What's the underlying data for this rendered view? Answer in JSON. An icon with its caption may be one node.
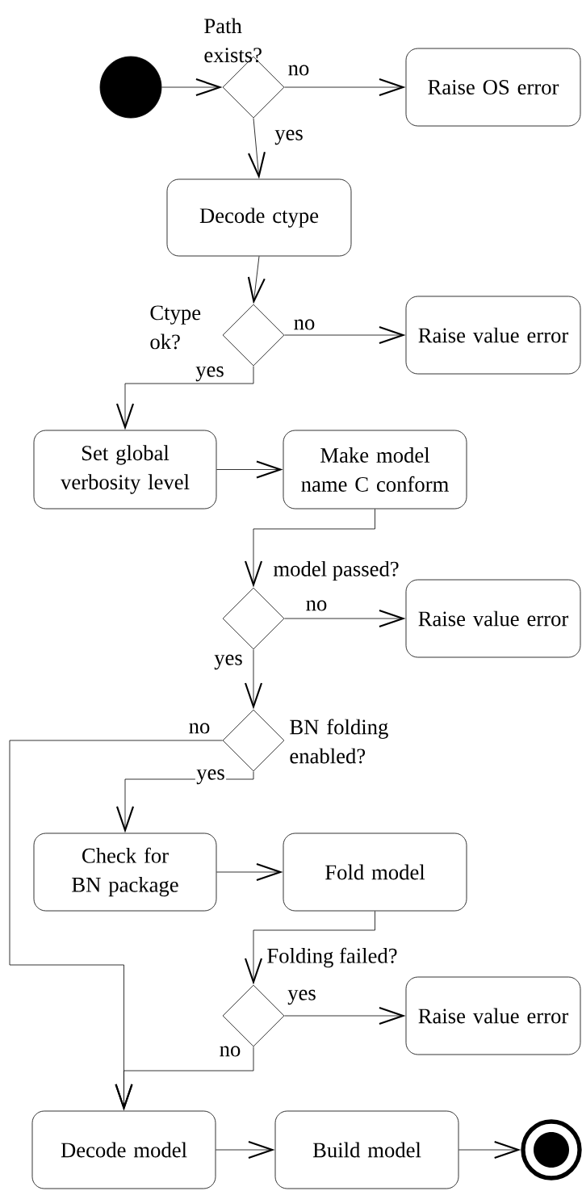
{
  "diagram": {
    "nodes": [
      {
        "text": [],
        "shape": "circle"
      },
      {
        "text": [
          "Path exists?"
        ]
      },
      {
        "text": [
          "Raise OS error"
        ]
      },
      {
        "text": [
          "Decode ctype"
        ]
      },
      {
        "text": [
          "Ctype ok?"
        ]
      },
      {
        "text": [
          "Raise value error"
        ]
      },
      {
        "text": [
          "Set global verbosity level"
        ]
      },
      {
        "text": [
          "Make model name C conform"
        ]
      },
      {
        "text": [
          "model passed?"
        ]
      },
      {
        "text": [
          "Raise value error"
        ]
      },
      {
        "text": [
          "BN folding enabled?"
        ]
      },
      {
        "text": [
          "Check for BN package"
        ]
      },
      {
        "text": [
          "Fold model"
        ]
      },
      {
        "text": [
          "Folding failed?"
        ]
      },
      {
        "text": [
          "Raise value error"
        ]
      },
      {
        "text": [
          "Decode model"
        ]
      },
      {
        "text": [
          "Build model"
        ]
      },
      {
        "text": [],
        "shape": "circle"
      }
    ],
    "edges": [
      {
        "from": 0,
        "to": 1,
        "arrow": "to"
      },
      {
        "from": 1,
        "to": 2,
        "arrow": "to",
        "label": "no"
      },
      {
        "from": 1,
        "to": 3,
        "arrow": "to",
        "label": "yes"
      },
      {
        "from": 3,
        "to": 4,
        "arrow": "to"
      },
      {
        "from": 4,
        "to": 5,
        "arrow": "to",
        "label": "no"
      },
      {
        "from": 4,
        "to": 6,
        "arrow": "to",
        "label": "yes"
      },
      {
        "from": 6,
        "to": 7,
        "arrow": "to"
      },
      {
        "from": 7,
        "to": 8,
        "arrow": "to"
      },
      {
        "from": 8,
        "to": 9,
        "arrow": "to",
        "label": "no"
      },
      {
        "from": 8,
        "to": 10,
        "arrow": "to",
        "label": "yes"
      },
      {
        "from": 10,
        "to": 15,
        "arrow": "to",
        "label": "no"
      },
      {
        "from": 10,
        "to": 11,
        "arrow": "to",
        "label": "yes"
      },
      {
        "from": 11,
        "to": 12,
        "arrow": "to"
      },
      {
        "from": 12,
        "to": 13,
        "arrow": "to"
      },
      {
        "from": 13,
        "to": 14,
        "arrow": "to",
        "label": "yes"
      },
      {
        "from": 13,
        "to": 15,
        "arrow": "to",
        "label": "no"
      },
      {
        "from": 15,
        "to": 16,
        "arrow": "to"
      },
      {
        "from": 16,
        "to": 17,
        "arrow": "to"
      }
    ]
  }
}
